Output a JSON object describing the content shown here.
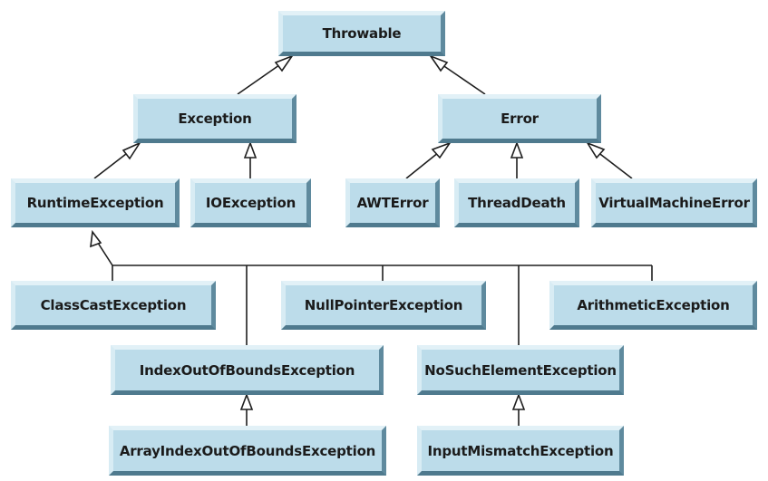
{
  "diagram": {
    "nodes": {
      "throwable": "Throwable",
      "exception": "Exception",
      "error": "Error",
      "runtime_exception": "RuntimeException",
      "io_exception": "IOException",
      "awt_error": "AWTError",
      "thread_death": "ThreadDeath",
      "virtual_machine_error": "VirtualMachineError",
      "class_cast_exception": "ClassCastException",
      "null_pointer_exception": "NullPointerException",
      "arithmetic_exception": "ArithmeticException",
      "index_out_of_bounds_exception": "IndexOutOfBoundsException",
      "no_such_element_exception": "NoSuchElementException",
      "array_index_out_of_bounds_exception": "ArrayIndexOutOfBoundsException",
      "input_mismatch_exception": "InputMismatchException"
    },
    "edges": [
      {
        "from": "exception",
        "to": "throwable"
      },
      {
        "from": "error",
        "to": "throwable"
      },
      {
        "from": "runtime_exception",
        "to": "exception"
      },
      {
        "from": "io_exception",
        "to": "exception"
      },
      {
        "from": "awt_error",
        "to": "error"
      },
      {
        "from": "thread_death",
        "to": "error"
      },
      {
        "from": "virtual_machine_error",
        "to": "error"
      },
      {
        "from": "class_cast_exception",
        "to": "runtime_exception"
      },
      {
        "from": "index_out_of_bounds_exception",
        "to": "runtime_exception"
      },
      {
        "from": "null_pointer_exception",
        "to": "runtime_exception"
      },
      {
        "from": "no_such_element_exception",
        "to": "runtime_exception"
      },
      {
        "from": "arithmetic_exception",
        "to": "runtime_exception"
      },
      {
        "from": "array_index_out_of_bounds_exception",
        "to": "index_out_of_bounds_exception"
      },
      {
        "from": "input_mismatch_exception",
        "to": "no_such_element_exception"
      }
    ]
  }
}
